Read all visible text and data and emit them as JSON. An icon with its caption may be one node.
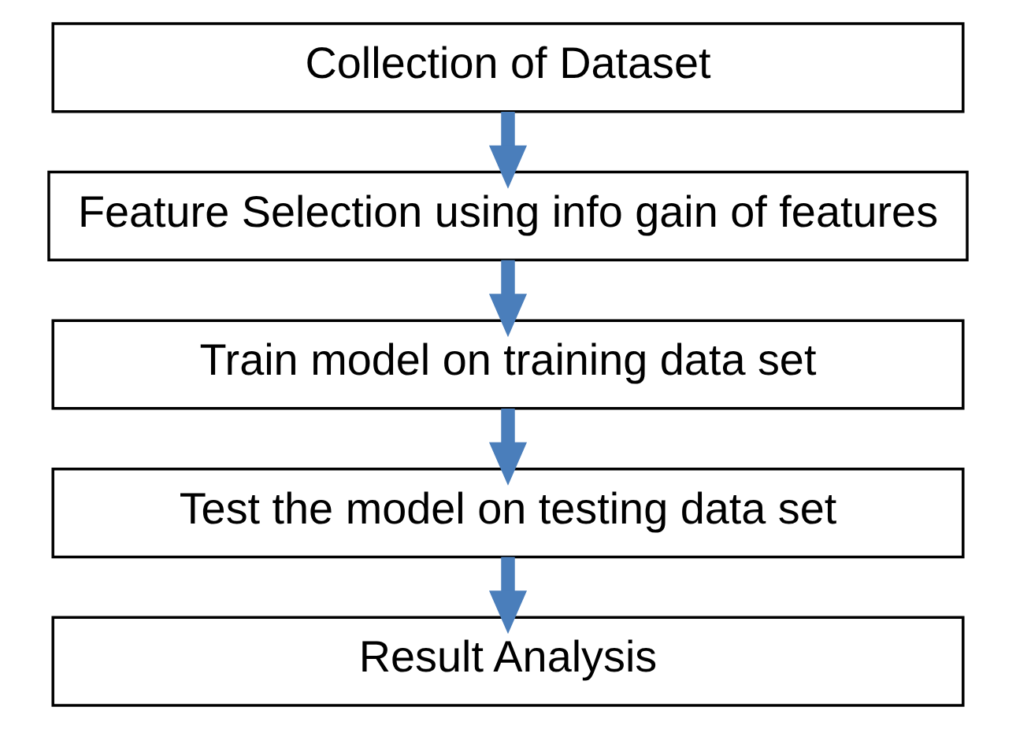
{
  "diagram": {
    "nodes": [
      {
        "text": [
          "Collection of Dataset"
        ]
      },
      {
        "text": [
          "Feature Selection using info gain of features"
        ]
      },
      {
        "text": [
          "Train model on training data set"
        ]
      },
      {
        "text": [
          "Test the model on testing data set"
        ]
      },
      {
        "text": [
          "Result Analysis"
        ]
      }
    ],
    "edges": [
      {
        "from": 0,
        "to": 1,
        "arrow": "to"
      },
      {
        "from": 1,
        "to": 2,
        "arrow": "to"
      },
      {
        "from": 2,
        "to": 3,
        "arrow": "to"
      },
      {
        "from": 3,
        "to": 4,
        "arrow": "to"
      }
    ]
  }
}
